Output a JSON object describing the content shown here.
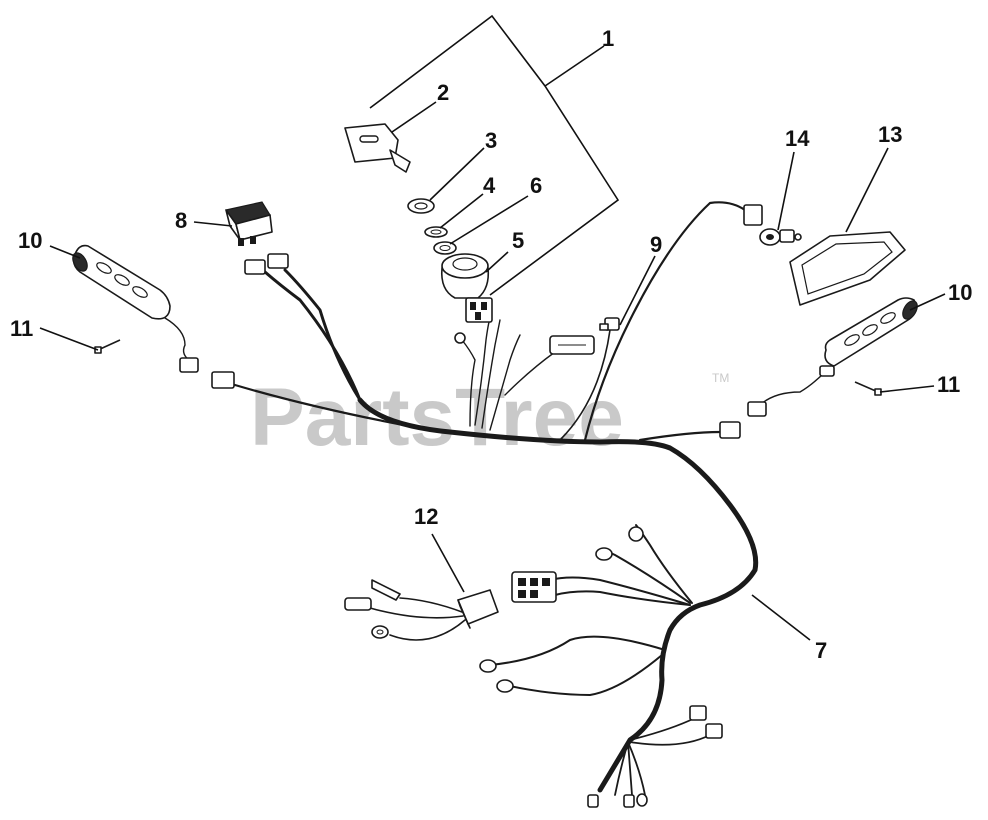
{
  "watermark": {
    "text": "PartsTree",
    "tm": "TM"
  },
  "callouts": [
    {
      "id": "1",
      "label": "1"
    },
    {
      "id": "2",
      "label": "2"
    },
    {
      "id": "3",
      "label": "3"
    },
    {
      "id": "4",
      "label": "4"
    },
    {
      "id": "5",
      "label": "5"
    },
    {
      "id": "6",
      "label": "6"
    },
    {
      "id": "7",
      "label": "7"
    },
    {
      "id": "8",
      "label": "8"
    },
    {
      "id": "9",
      "label": "9"
    },
    {
      "id": "10a",
      "label": "10"
    },
    {
      "id": "10b",
      "label": "10"
    },
    {
      "id": "11a",
      "label": "11"
    },
    {
      "id": "11b",
      "label": "11"
    },
    {
      "id": "12",
      "label": "12"
    },
    {
      "id": "13",
      "label": "13"
    },
    {
      "id": "14",
      "label": "14"
    }
  ],
  "colors": {
    "ink": "#1a1a1a",
    "watermark": "#c9c9c9",
    "background": "#ffffff"
  }
}
